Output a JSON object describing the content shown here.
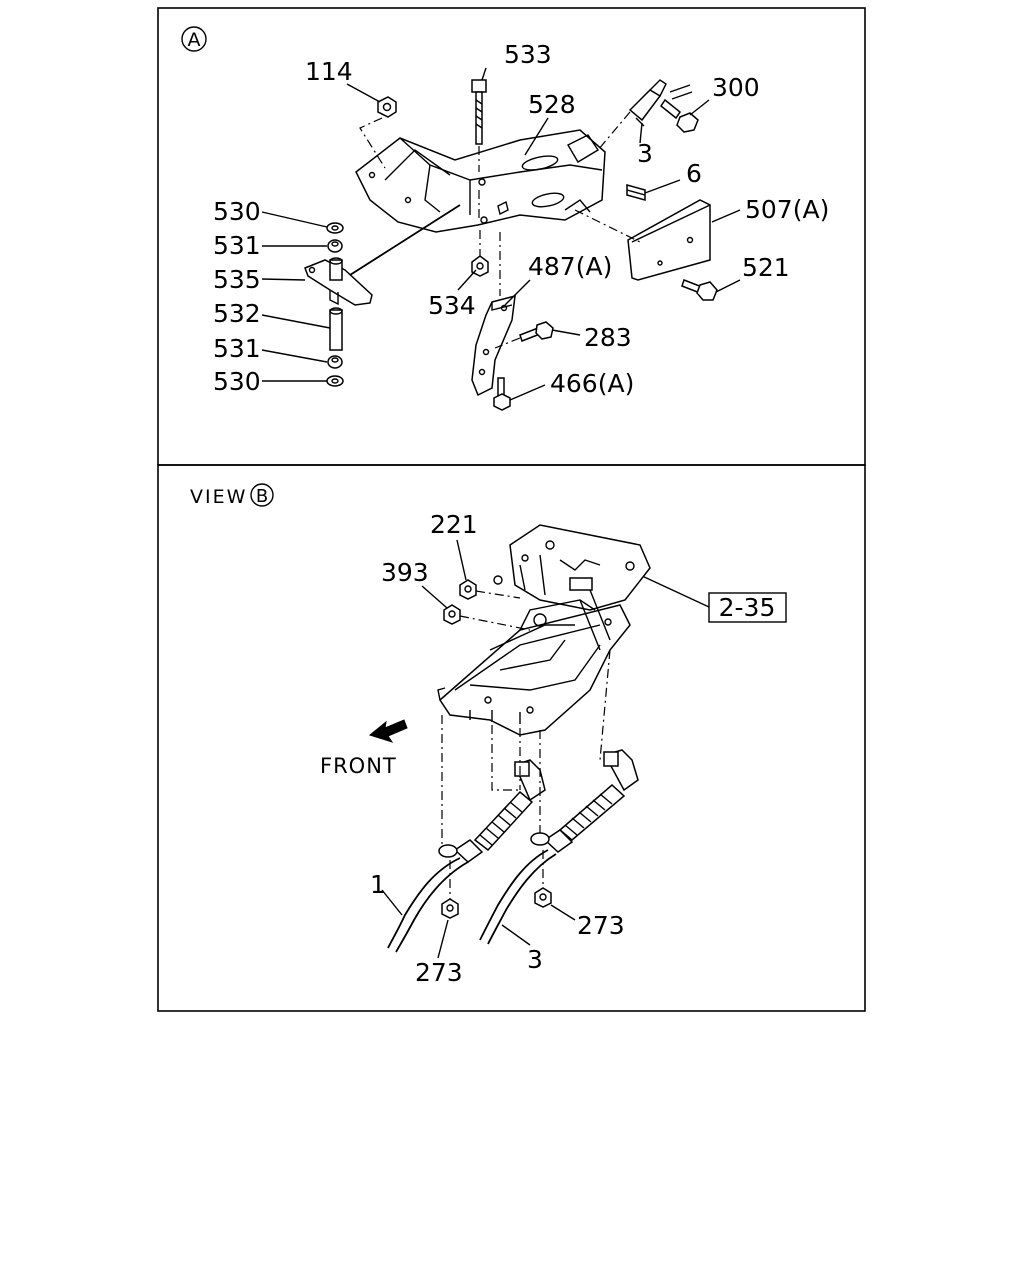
{
  "panel_a": {
    "marker": "A",
    "labels": {
      "p114": "114",
      "p533": "533",
      "p528": "528",
      "p300": "300",
      "p3": "3",
      "p6": "6",
      "p507a": "507(A)",
      "p530a": "530",
      "p531a": "531",
      "p535": "535",
      "p532": "532",
      "p531b": "531",
      "p530b": "530",
      "p534": "534",
      "p487a": "487(A)",
      "p521": "521",
      "p283": "283",
      "p466a": "466(A)"
    }
  },
  "panel_b": {
    "view_prefix": "VIEW",
    "marker": "B",
    "ref_box": "2-35",
    "front_label": "FRONT",
    "labels": {
      "p221": "221",
      "p393": "393",
      "p1": "1",
      "p273a": "273",
      "p3": "3",
      "p273b": "273"
    }
  }
}
